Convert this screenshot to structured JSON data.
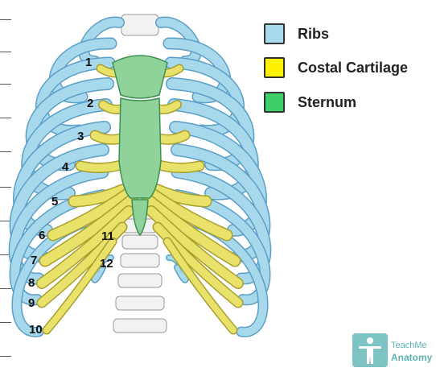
{
  "diagram": {
    "rib_numbers": [
      "1",
      "2",
      "3",
      "4",
      "5",
      "6",
      "7",
      "8",
      "9",
      "10",
      "11",
      "12"
    ]
  },
  "legend": {
    "items": [
      {
        "label": "Ribs",
        "color": "#a8d8ec"
      },
      {
        "label": "Costal Cartilage",
        "color": "#fff200"
      },
      {
        "label": "Sternum",
        "color": "#3fcf6a"
      }
    ]
  },
  "brand": {
    "line1": "TeachMe",
    "line2": "Anatomy",
    "color": "#5fb3b3"
  },
  "colors": {
    "rib_fill": "#a8d8ec",
    "rib_stroke": "#5b9fc7",
    "cartilage_fill": "#e9e26a",
    "cartilage_stroke": "#a89f2d",
    "sternum_fill": "#8fd39a",
    "sternum_stroke": "#3d8f52",
    "spine_fill": "#f2f2f2",
    "spine_stroke": "#9a9a9a"
  }
}
